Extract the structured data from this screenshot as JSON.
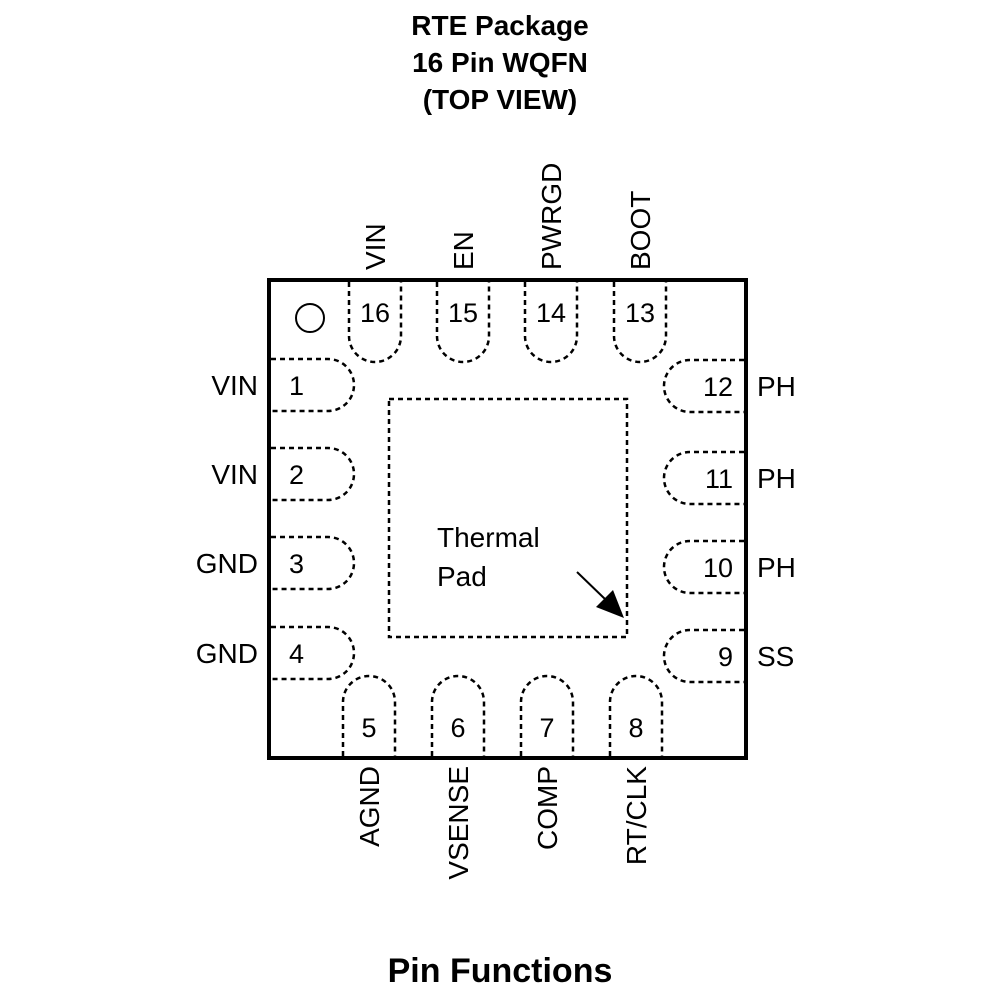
{
  "header": {
    "line1": "RTE Package",
    "line2": "16 Pin WQFN",
    "line3": "(TOP VIEW)"
  },
  "thermal_pad": {
    "line1": "Thermal",
    "line2": "Pad"
  },
  "pins": {
    "left": [
      {
        "number": "1",
        "name": "VIN"
      },
      {
        "number": "2",
        "name": "VIN"
      },
      {
        "number": "3",
        "name": "GND"
      },
      {
        "number": "4",
        "name": "GND"
      }
    ],
    "bottom": [
      {
        "number": "5",
        "name": "AGND"
      },
      {
        "number": "6",
        "name": "VSENSE"
      },
      {
        "number": "7",
        "name": "COMP"
      },
      {
        "number": "8",
        "name": "RT/CLK"
      }
    ],
    "right": [
      {
        "number": "9",
        "name": "SS"
      },
      {
        "number": "10",
        "name": "PH"
      },
      {
        "number": "11",
        "name": "PH"
      },
      {
        "number": "12",
        "name": "PH"
      }
    ],
    "top": [
      {
        "number": "13",
        "name": "BOOT"
      },
      {
        "number": "14",
        "name": "PWRGD"
      },
      {
        "number": "15",
        "name": "EN"
      },
      {
        "number": "16",
        "name": "VIN"
      }
    ]
  },
  "footer": {
    "title": "Pin Functions"
  }
}
